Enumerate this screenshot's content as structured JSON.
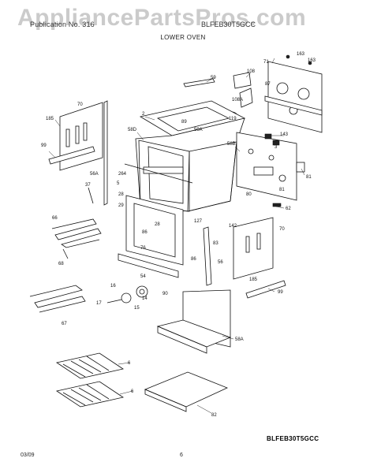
{
  "watermark": "AppliancePartsPros.com",
  "header": {
    "left_text": "Publication No. 316",
    "right_text": "BLFEB30T5GCC",
    "subtitle": "LOWER OVEN"
  },
  "model_label": "BLFEB30T5GCC",
  "footer": {
    "date": "03/09",
    "page": "6"
  },
  "part_labels": {
    "p2": "2",
    "p3": "3",
    "p5": "5",
    "p6a": "6",
    "p6b": "6",
    "p14": "14",
    "p15": "15",
    "p16": "16",
    "p17": "17",
    "p28": "28",
    "p29": "29",
    "p37": "37",
    "p54": "54",
    "p56": "56",
    "p56a": "56A",
    "p58a": "58A",
    "p58b": "58B",
    "p58d": "58D",
    "p59": "59",
    "p59a": "59A",
    "p62": "62",
    "p66": "66",
    "p67": "67",
    "p68": "68",
    "p70a": "70",
    "p70b": "70",
    "p71": "71",
    "p76": "76",
    "p80": "80",
    "p81a": "81",
    "p81b": "81",
    "p82": "82",
    "p83": "83",
    "p86a": "86",
    "p86b": "86",
    "p87": "87",
    "p89": "89",
    "p90": "90",
    "p99a": "99",
    "p99b": "99",
    "p108": "108",
    "p108a": "108A",
    "p119": "119",
    "p127": "127",
    "p142": "142",
    "p143": "143",
    "p163a": "163",
    "p163b": "163",
    "p185a": "185",
    "p185b": "185",
    "p264": "264"
  }
}
